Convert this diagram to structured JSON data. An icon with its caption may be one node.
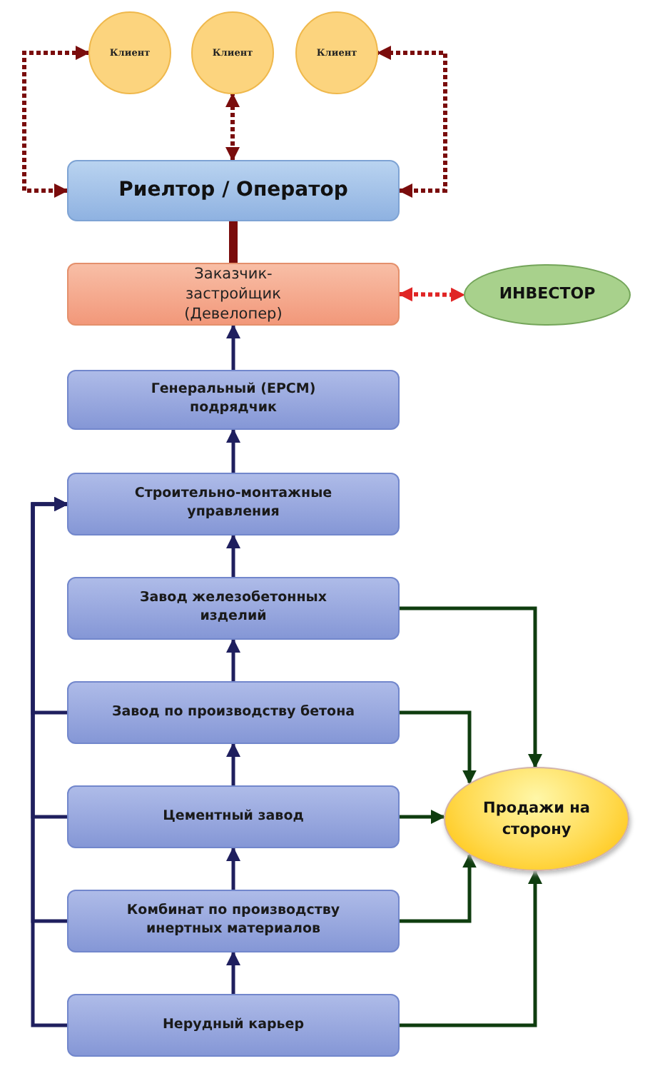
{
  "diagram": {
    "nodes": [
      {
        "text": [
          "Клиент"
        ]
      },
      {
        "text": [
          "Клиент"
        ]
      },
      {
        "text": [
          "Клиент"
        ]
      },
      {
        "text": [
          "Риелтор / Оператор"
        ]
      },
      {
        "text": [
          "Заказчик-застройщик (Девелопер)"
        ]
      },
      {
        "text": [
          "ИНВЕСТОР"
        ]
      },
      {
        "text": [
          "Генеральный (EPCM) подрядчик"
        ]
      },
      {
        "text": [
          "Строительно-монтажные управления"
        ]
      },
      {
        "text": [
          "Завод железобетонных изделий"
        ]
      },
      {
        "text": [
          "Завод по производству бетона"
        ]
      },
      {
        "text": [
          "Цементный завод"
        ]
      },
      {
        "text": [
          "Комбинат по производству инертных материалов"
        ]
      },
      {
        "text": [
          "Нерудный карьер"
        ]
      },
      {
        "text": [
          "Продажи на сторону"
        ]
      }
    ],
    "edges": [
      {
        "from": 3,
        "to": 0,
        "arrow": "both",
        "style": "dashed",
        "color": "#7a0c0c"
      },
      {
        "from": 3,
        "to": 1,
        "arrow": "both",
        "style": "dashed",
        "color": "#7a0c0c"
      },
      {
        "from": 3,
        "to": 2,
        "arrow": "both",
        "style": "dashed",
        "color": "#7a0c0c"
      },
      {
        "from": 3,
        "to": 4,
        "arrow": "none",
        "style": "thick",
        "color": "#7a0c0c"
      },
      {
        "from": 4,
        "to": 5,
        "arrow": "both",
        "style": "dashed",
        "color": "#e02424"
      },
      {
        "from": 6,
        "to": 4,
        "arrow": "to"
      },
      {
        "from": 7,
        "to": 6,
        "arrow": "to"
      },
      {
        "from": 8,
        "to": 7,
        "arrow": "to"
      },
      {
        "from": 9,
        "to": 8,
        "arrow": "to"
      },
      {
        "from": 10,
        "to": 9,
        "arrow": "to"
      },
      {
        "from": 11,
        "to": 10,
        "arrow": "to"
      },
      {
        "from": 12,
        "to": 11,
        "arrow": "to"
      },
      {
        "from": 12,
        "to": 7,
        "arrow": "to"
      },
      {
        "from": 11,
        "to": 7,
        "arrow": "to"
      },
      {
        "from": 10,
        "to": 7,
        "arrow": "to"
      },
      {
        "from": 9,
        "to": 7,
        "arrow": "to"
      },
      {
        "from": 8,
        "to": 13,
        "arrow": "to",
        "color": "#0f3d0f"
      },
      {
        "from": 9,
        "to": 13,
        "arrow": "to",
        "color": "#0f3d0f"
      },
      {
        "from": 10,
        "to": 13,
        "arrow": "to",
        "color": "#0f3d0f"
      },
      {
        "from": 11,
        "to": 13,
        "arrow": "to",
        "color": "#0f3d0f"
      },
      {
        "from": 12,
        "to": 13,
        "arrow": "to",
        "color": "#0f3d0f"
      }
    ]
  }
}
